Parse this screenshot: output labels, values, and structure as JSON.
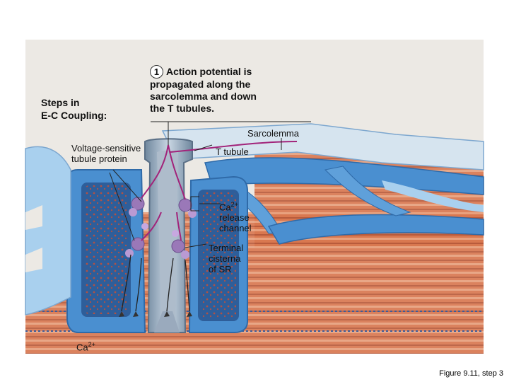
{
  "header": {
    "steps_line1": "Steps in",
    "steps_line2": "E-C Coupling:"
  },
  "step": {
    "number": "1",
    "text_line1": "Action potential is",
    "text_line2": "propagated along the",
    "text_line3": "sarcolemma and down",
    "text_line4": "the T tubules."
  },
  "labels": {
    "sarcolemma": "Sarcolemma",
    "voltage_line1": "Voltage-sensitive",
    "voltage_line2": "tubule protein",
    "t_tubule": "T tubule",
    "ca_release_1": "Ca",
    "ca_release_sup": "2+",
    "ca_release_2": "release",
    "ca_release_3": "channel",
    "terminal_1": "Terminal",
    "terminal_2": "cisterna",
    "terminal_3": "of SR",
    "ca_bottom": "Ca",
    "ca_bottom_sup": "2+"
  },
  "caption": "Figure 9.11, step 3",
  "colors": {
    "panel": "#ece9e4",
    "tubule_blue": "#4a8fd0",
    "tubule_light": "#a9d0ee",
    "myofibril_red": "#d9774f",
    "t_tubule_gray": "#8fa6bc",
    "protein_purple": "#9a78b8",
    "signal_magenta": "#a2237a"
  }
}
